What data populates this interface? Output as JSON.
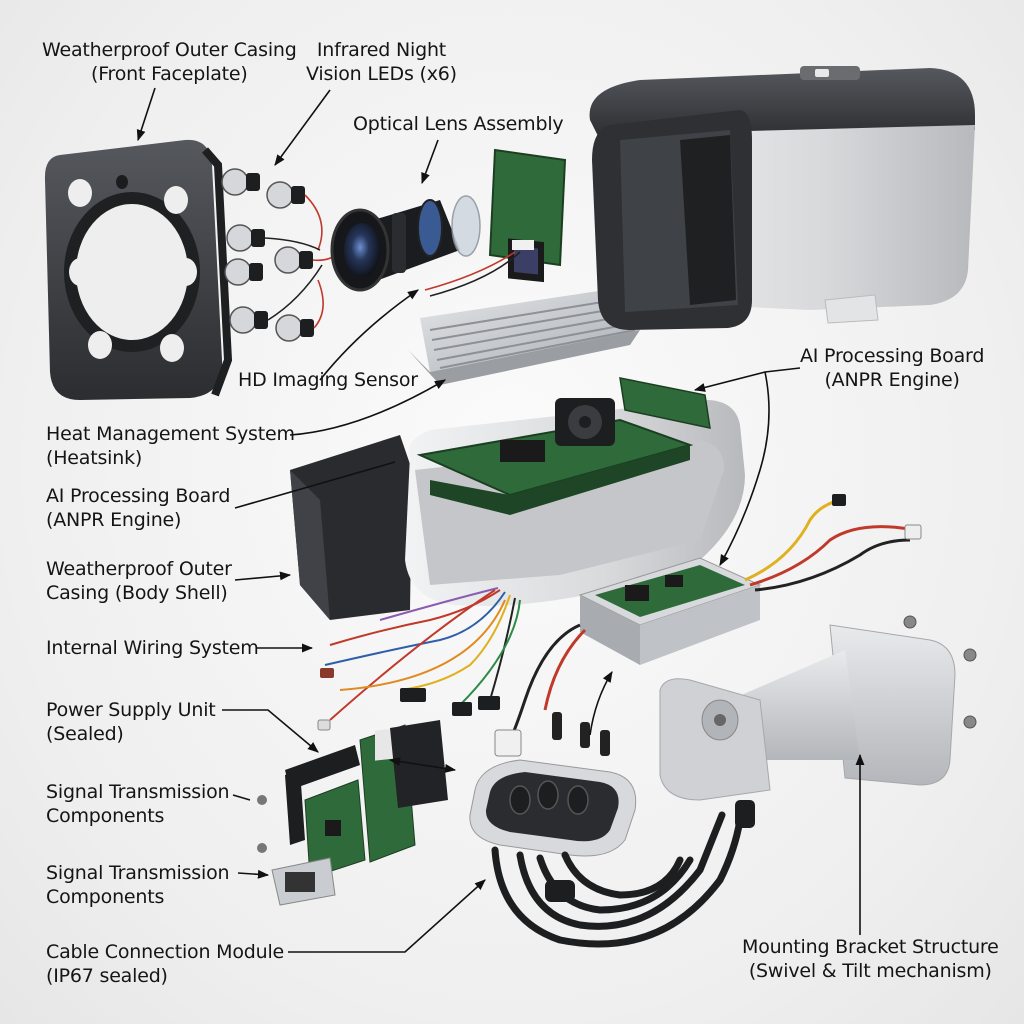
{
  "labels": {
    "faceplate": {
      "line1": "Weatherproof Outer Casing",
      "line2": "(Front Faceplate)"
    },
    "ir_leds": {
      "line1": "Infrared Night",
      "line2": "Vision LEDs (x6)"
    },
    "lens": {
      "line1": "Optical Lens Assembly"
    },
    "sensor": {
      "line1": "HD Imaging Sensor"
    },
    "ai_board_right": {
      "line1": "AI Processing Board",
      "line2": "(ANPR Engine)"
    },
    "heatsink": {
      "line1": "Heat Management System",
      "line2": "(Heatsink)"
    },
    "ai_board_left": {
      "line1": "AI Processing Board",
      "line2": "(ANPR Engine)"
    },
    "body_shell": {
      "line1": "Weatherproof Outer",
      "line2": "Casing (Body Shell)"
    },
    "wiring": {
      "line1": "Internal Wiring System"
    },
    "psu": {
      "line1": "Power Supply Unit",
      "line2": "(Sealed)"
    },
    "signal_1": {
      "line1": "Signal Transmission",
      "line2": "Components"
    },
    "signal_2": {
      "line1": "Signal Transmission",
      "line2": "Components"
    },
    "cable_module": {
      "line1": "Cable Connection Module",
      "line2": "(IP67 sealed)"
    },
    "bracket": {
      "line1": "Mounting Bracket Structure",
      "line2": "(Swivel & Tilt mechanism)"
    }
  },
  "colors": {
    "housing_dark": "#3d3f43",
    "housing_light": "#d9dadc",
    "pcb_green": "#2f6b3a",
    "heatsink": "#c9ccd0",
    "wire_red": "#c0392b",
    "wire_yellow": "#e0b020",
    "wire_blue": "#2e5fa8",
    "leader": "#111111"
  }
}
